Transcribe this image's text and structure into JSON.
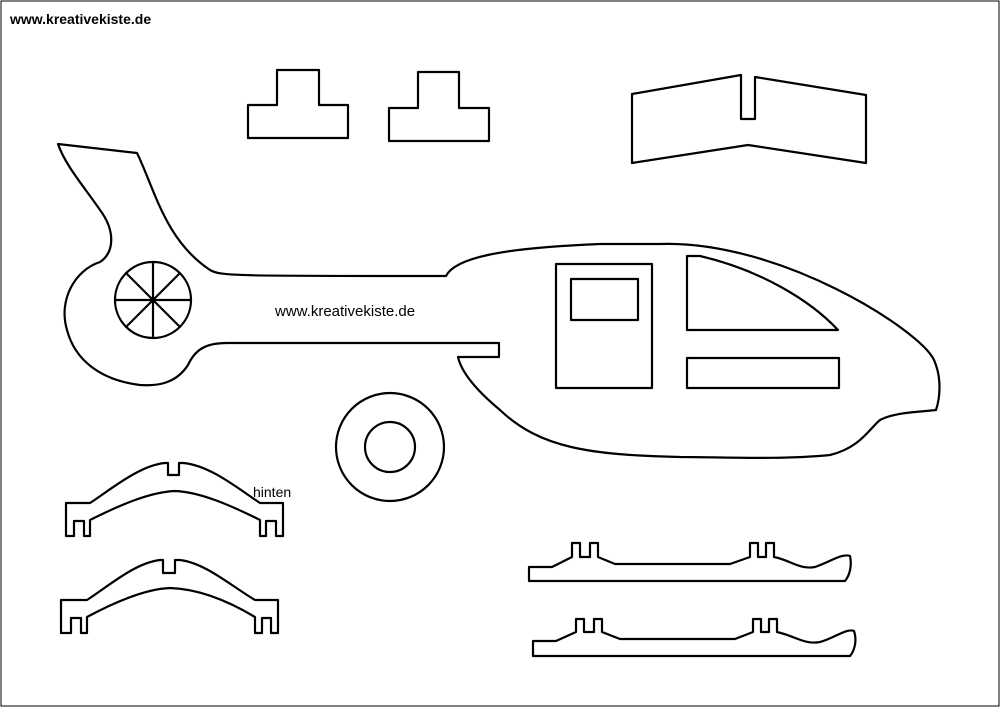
{
  "header": {
    "site_url": "www.kreativekiste.de"
  },
  "fuselage": {
    "imprint": "www.kreativekiste.de"
  },
  "skid_labels": {
    "rear": "hinten"
  },
  "colors": {
    "line": "#000000",
    "paper": "#ffffff"
  }
}
